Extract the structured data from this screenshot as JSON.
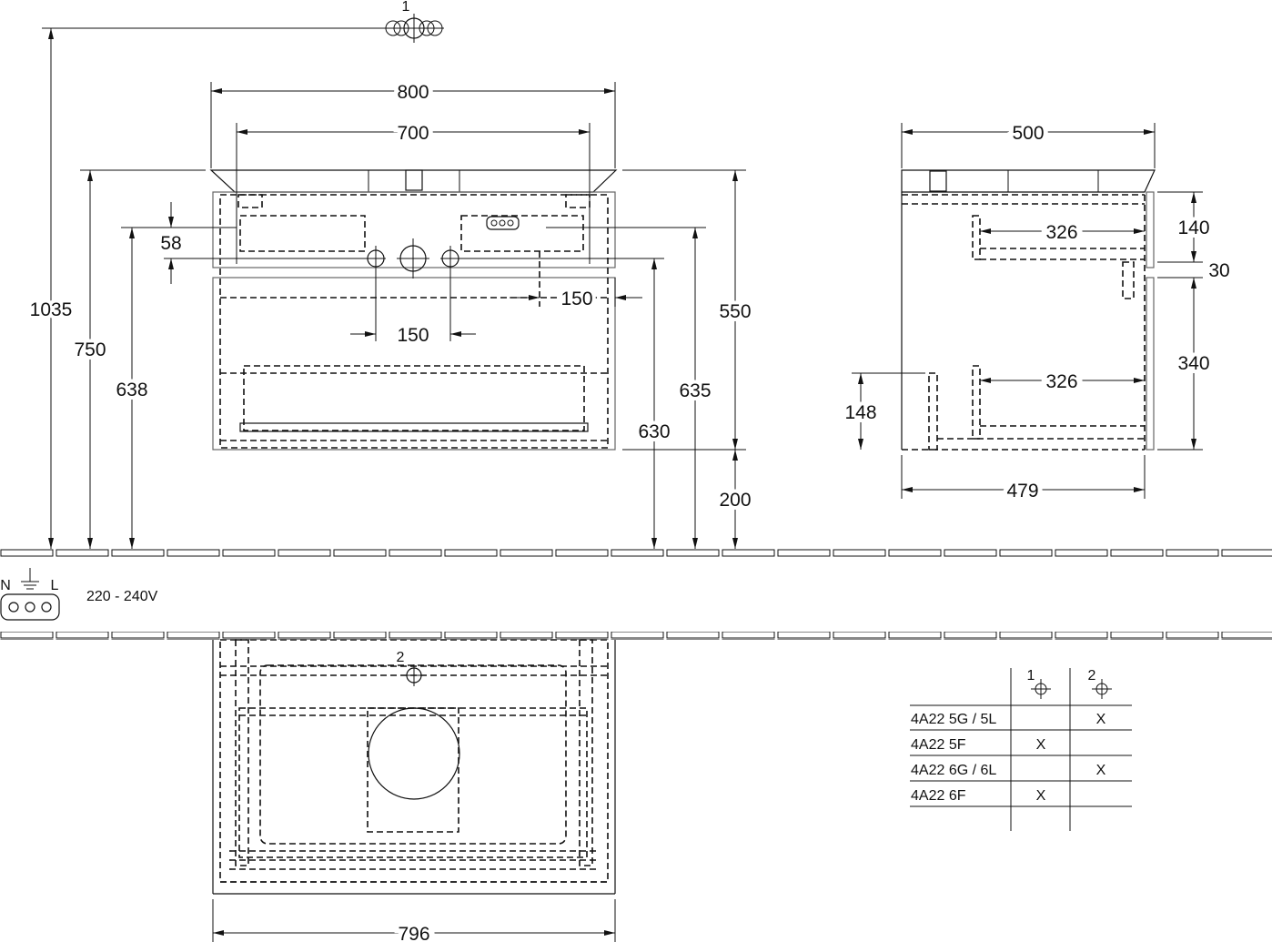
{
  "front_view": {
    "tap_hole_label": "1",
    "dims": {
      "overall_height": "1035",
      "top_height": "750",
      "upper_hole_height": "638",
      "outer_width": "800",
      "inner_width": "700",
      "hole_offset": "58",
      "side_offset": "150",
      "pipe_spacing": "150",
      "body_height": "550",
      "socket_height": "635",
      "pipe_height": "630",
      "floor_clearance": "200"
    }
  },
  "side_view": {
    "dims": {
      "depth": "500",
      "upper_drawer_depth": "326",
      "lower_drawer_depth": "326",
      "upper_front": "140",
      "gap": "30",
      "lower_front": "340",
      "siphon_height": "148",
      "inner_depth": "479"
    }
  },
  "electrical": {
    "n_label": "N",
    "l_label": "L",
    "voltage": "220 - 240V"
  },
  "top_view": {
    "waste_label": "2",
    "width": "796"
  },
  "variant_table": {
    "col1_label": "1",
    "col2_label": "2",
    "rows": [
      {
        "model": "4A22 5G / 5L",
        "c1": "",
        "c2": "X"
      },
      {
        "model": "4A22 5F",
        "c1": "X",
        "c2": ""
      },
      {
        "model": "4A22 6G / 6L",
        "c1": "",
        "c2": "X"
      },
      {
        "model": "4A22 6F",
        "c1": "X",
        "c2": ""
      }
    ]
  }
}
